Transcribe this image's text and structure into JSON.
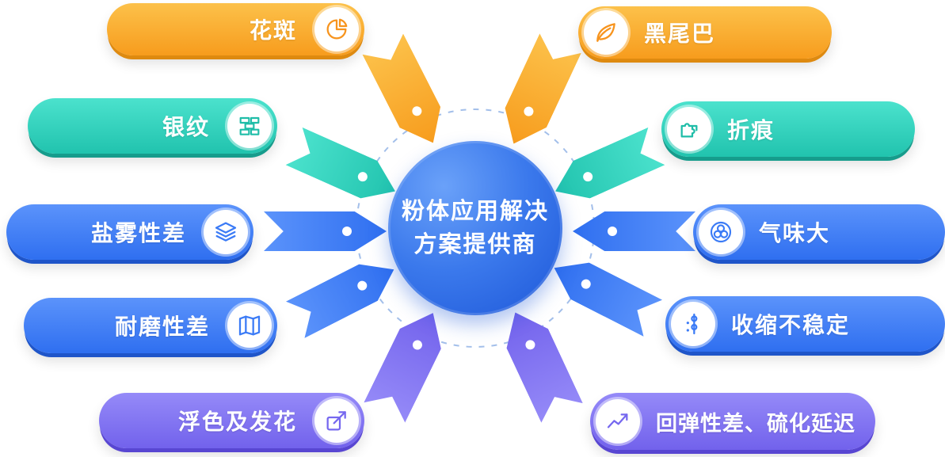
{
  "center": {
    "line1": "粉体应用解决",
    "line2": "方案提供商"
  },
  "items": [
    {
      "label": "花斑",
      "icon": "pie-chart-icon",
      "group": "orange",
      "side": "left",
      "color": "#F7941E"
    },
    {
      "label": "黑尾巴",
      "icon": "leaf-icon",
      "group": "orange",
      "side": "right",
      "color": "#F7941E"
    },
    {
      "label": "银纹",
      "icon": "bricks-icon",
      "group": "teal",
      "side": "left",
      "color": "#1FBDA8"
    },
    {
      "label": "折痕",
      "icon": "puzzle-icon",
      "group": "teal",
      "side": "right",
      "color": "#1FBDA8"
    },
    {
      "label": "盐雾性差",
      "icon": "layers-icon",
      "group": "blue",
      "side": "left",
      "color": "#3B7BF6"
    },
    {
      "label": "气味大",
      "icon": "odor-circles-icon",
      "group": "blue",
      "side": "right",
      "color": "#3B7BF6"
    },
    {
      "label": "耐磨性差",
      "icon": "map-icon",
      "group": "blue",
      "side": "left",
      "color": "#3B7BF6"
    },
    {
      "label": "收缩不稳定",
      "icon": "nodes-icon",
      "group": "blue",
      "side": "right",
      "color": "#3B7BF6"
    },
    {
      "label": "浮色及发花",
      "icon": "trend-arrow-icon",
      "group": "purple",
      "side": "left",
      "color": "#7668EF"
    },
    {
      "label": "回弹性差、硫化延迟",
      "icon": "trend-line-icon",
      "group": "purple",
      "side": "right",
      "color": "#7668EF"
    }
  ],
  "colors": {
    "orange": "#F7941E",
    "teal": "#1FBDA8",
    "blue": "#3B7BF6",
    "purple": "#7668EF",
    "center_blue": "#2E6BE0",
    "ring_dash": "#A3BFEA"
  }
}
